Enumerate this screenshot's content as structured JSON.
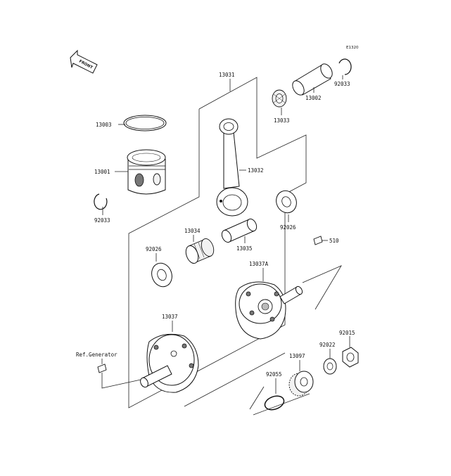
{
  "diagram": {
    "code": "E1320",
    "front_label": "FRONT",
    "reference_label": "Ref.Generator",
    "part_labels": {
      "p13031": "13031",
      "p13002": "13002",
      "p92033_top": "92033",
      "p13033": "13033",
      "p13003": "13003",
      "p13001": "13001",
      "p13032": "13032",
      "p92033_left": "92033",
      "p92026_right": "92026",
      "p13034": "13034",
      "p92026_left": "92026",
      "p13035": "13035",
      "p510": "510",
      "p13037A": "13037A",
      "p13037": "13037",
      "p92015": "92015",
      "p92022": "92022",
      "p13097": "13097",
      "p92055": "92055"
    }
  }
}
